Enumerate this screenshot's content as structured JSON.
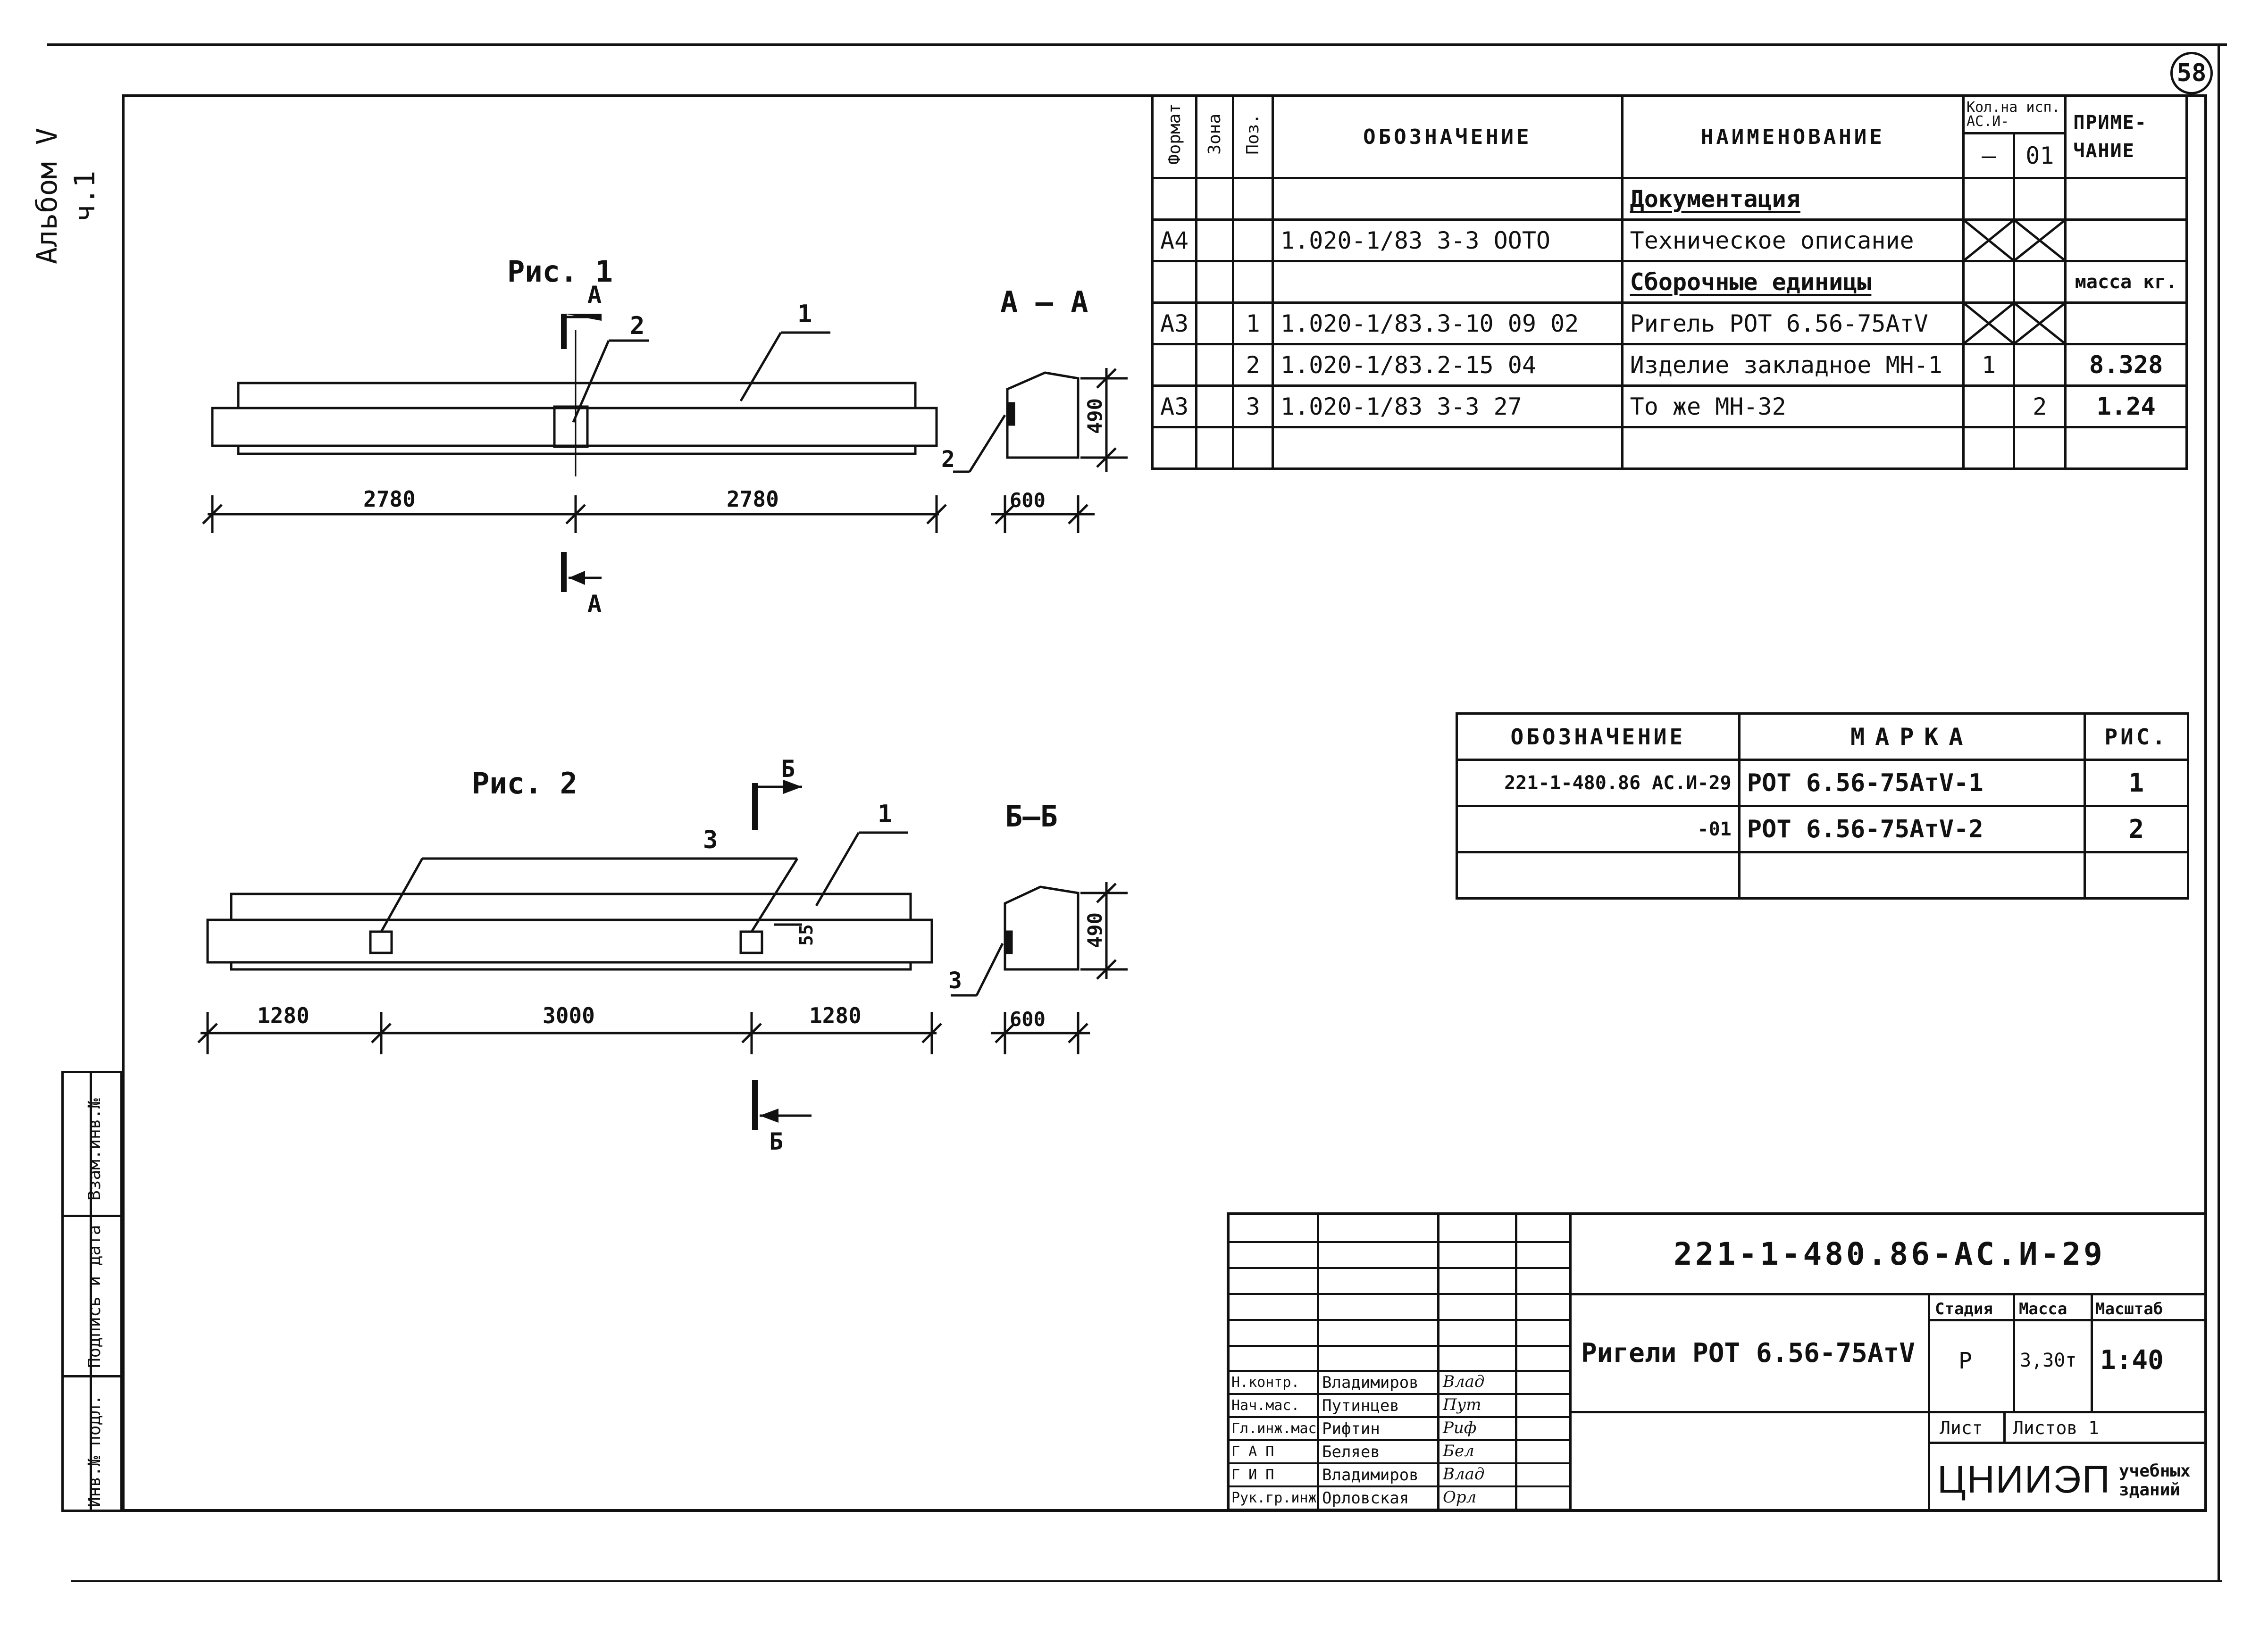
{
  "sheet_number": "58",
  "album": {
    "label": "Альбом V",
    "part": "ч.1"
  },
  "left_strip": {
    "labels": [
      "Взам.инв.№",
      "Подпись и дата",
      "Инв.№ подл."
    ]
  },
  "figure1": {
    "title": "Рис. 1",
    "section_label": "А – А",
    "cut_letter": "А",
    "callouts": {
      "beam": "1",
      "embed": "2",
      "section_embed": "2"
    },
    "dims": {
      "left": "2780",
      "right": "2780",
      "section_width": "600",
      "section_height": "490"
    }
  },
  "figure2": {
    "title": "Рис. 2",
    "section_label": "Б–Б",
    "cut_letter": "Б",
    "callouts": {
      "beam": "1",
      "embed": "3",
      "section_embed": "3"
    },
    "dims": {
      "left": "1280",
      "middle": "3000",
      "right": "1280",
      "section_width": "600",
      "section_height": "490",
      "embed_offset": "55"
    }
  },
  "spec_table": {
    "headers": {
      "format": "Формат",
      "zone": "Зона",
      "pos": "Поз.",
      "designation": "ОБОЗНАЧЕНИЕ",
      "name": "НАИМЕНОВАНИЕ",
      "qty_group": "Кол.на исп. АС.И-",
      "qty_dash": "—",
      "qty_01": "01",
      "note": "ПРИМЕ- ЧАНИЕ"
    },
    "rows": [
      {
        "format": "",
        "zone": "",
        "pos": "",
        "designation": "",
        "name": "Документация",
        "q1": "",
        "q2": "",
        "note": "",
        "underline": true,
        "crossed": false
      },
      {
        "format": "А4",
        "zone": "",
        "pos": "",
        "designation": "1.020-1/83 3-3 ООТО",
        "name": "Техническое описание",
        "q1": "",
        "q2": "",
        "note": "",
        "underline": false,
        "crossed": true
      },
      {
        "format": "",
        "zone": "",
        "pos": "",
        "designation": "",
        "name": "Сборочные единицы",
        "q1": "",
        "q2": "",
        "note": "масса кг.",
        "underline": true,
        "crossed": false
      },
      {
        "format": "А3",
        "zone": "",
        "pos": "1",
        "designation": "1.020-1/83.3-10 09 02",
        "name": "Ригель РОТ 6.56-75АтV",
        "q1": "",
        "q2": "",
        "note": "",
        "underline": false,
        "crossed": true
      },
      {
        "format": "",
        "zone": "",
        "pos": "2",
        "designation": "1.020-1/83.2-15 04",
        "name": "Изделие закладное МН-1",
        "q1": "1",
        "q2": "",
        "note": "8.328",
        "underline": false,
        "crossed": false
      },
      {
        "format": "А3",
        "zone": "",
        "pos": "3",
        "designation": "1.020-1/83 3-3 27",
        "name": "То же МН-32",
        "q1": "",
        "q2": "2",
        "note": "1.24",
        "underline": false,
        "crossed": false
      },
      {
        "format": "",
        "zone": "",
        "pos": "",
        "designation": "",
        "name": "",
        "q1": "",
        "q2": "",
        "note": "",
        "underline": false,
        "crossed": false
      }
    ]
  },
  "mark_table": {
    "headers": {
      "designation": "ОБОЗНАЧЕНИЕ",
      "mark": "МАРКА",
      "fig": "РИС."
    },
    "rows": [
      {
        "designation": "221-1-480.86 АС.И-29",
        "mark": "РОТ 6.56-75АтV-1",
        "fig": "1"
      },
      {
        "designation": "-01",
        "mark": "РОТ 6.56-75АтV-2",
        "fig": "2"
      },
      {
        "designation": "",
        "mark": "",
        "fig": ""
      }
    ]
  },
  "title_block": {
    "document_code": "221-1-480.86-АС.И-29",
    "title": "Ригели РОТ 6.56-75АтV",
    "stage_label": "Стадия",
    "mass_label": "Масса",
    "scale_label": "Масштаб",
    "stage": "Р",
    "mass": "3,30т",
    "scale": "1:40",
    "sheet_label": "Лист",
    "sheets_label": "Листов 1",
    "org": "ЦНИИЭП",
    "org_sub1": "учебных",
    "org_sub2": "зданий",
    "signatures": [
      {
        "role": "Н.контр.",
        "name": "Владимиров",
        "sign": "Влад"
      },
      {
        "role": "Нач.мас.",
        "name": "Путинцев",
        "sign": "Пут"
      },
      {
        "role": "Гл.инж.мас",
        "name": "Рифтин",
        "sign": "Риф"
      },
      {
        "role": "Г А П",
        "name": "Беляев",
        "sign": "Бел"
      },
      {
        "role": "Г И П",
        "name": "Владимиров",
        "sign": "Влад"
      },
      {
        "role": "Рук.гр.инж",
        "name": "Орловская",
        "sign": "Орл"
      }
    ]
  }
}
